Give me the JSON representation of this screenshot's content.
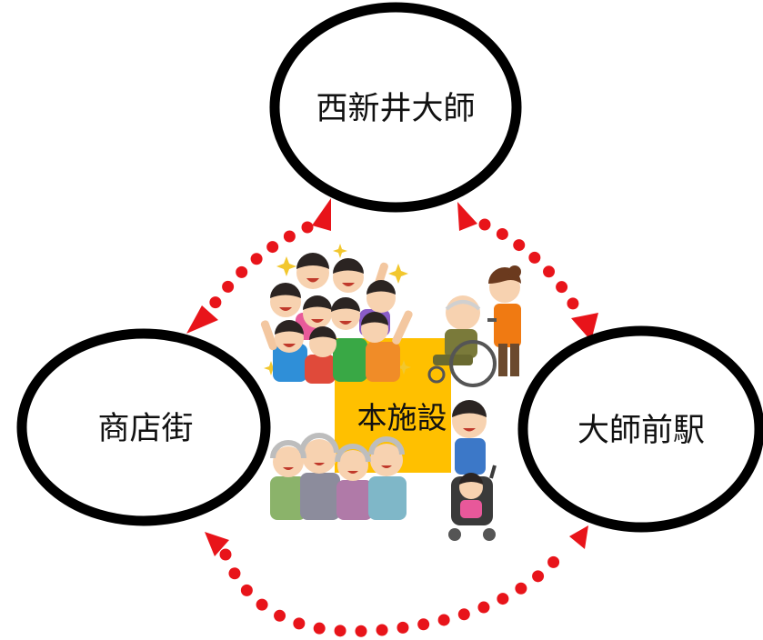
{
  "nodes": {
    "top": {
      "label": "西新井大師"
    },
    "left": {
      "label": "商店街"
    },
    "right": {
      "label": "大師前駅"
    },
    "center": {
      "label": "本施設"
    }
  },
  "illustrations": {
    "children": "cheering-children-illustration",
    "caregiver": "wheelchair-caregiver-illustration",
    "elderly": "elderly-group-illustration",
    "father_stroller": "father-with-stroller-illustration"
  },
  "colors": {
    "outline": "#000000",
    "center_fill": "#FFC000",
    "arrow": "#E8141A"
  }
}
